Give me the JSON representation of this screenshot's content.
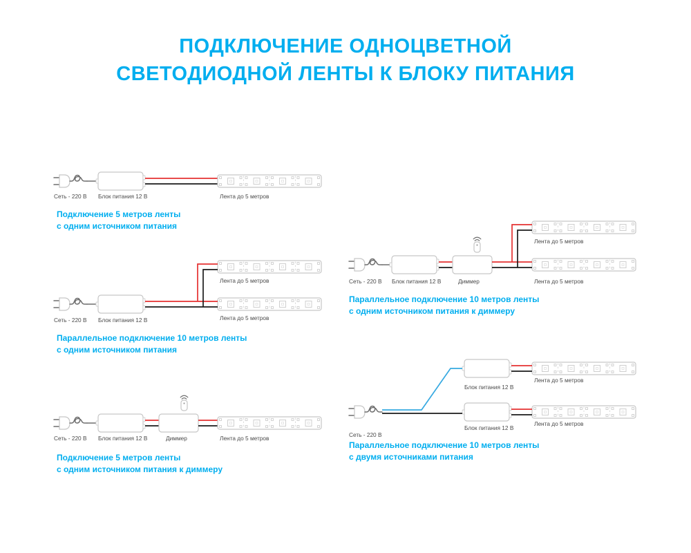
{
  "title": {
    "line1": "ПОДКЛЮЧЕНИЕ ОДНОЦВЕТНОЙ",
    "line2": "СВЕТОДИОДНОЙ ЛЕНТЫ К БЛОКУ ПИТАНИЯ"
  },
  "labels": {
    "mains": "Сеть - 220 В",
    "psu": "Блок питания 12 В",
    "dimmer": "Диммер",
    "strip": "Лента до 5 метров"
  },
  "diagrams": {
    "d1": {
      "caption1": "Подключение 5 метров ленты",
      "caption2": "с одним источником питания"
    },
    "d2": {
      "caption1": "Параллельное подключение 10 метров ленты",
      "caption2": "с одним источником питания"
    },
    "d3": {
      "caption1": "Подключение 5 метров ленты",
      "caption2": "с одним источником питания к диммеру"
    },
    "d4": {
      "caption1": "Параллельное подключение 10 метров ленты",
      "caption2": "с одним источником питания к диммеру"
    },
    "d5": {
      "caption1": "Параллельное подключение 10 метров ленты",
      "caption2": "с двумя источниками питания"
    }
  },
  "colors": {
    "accent": "#00AEEF",
    "wire_red": "#E53030",
    "wire_black": "#1A1A1A",
    "wire_blue": "#36A9E1",
    "outline": "#C6C6C6"
  }
}
